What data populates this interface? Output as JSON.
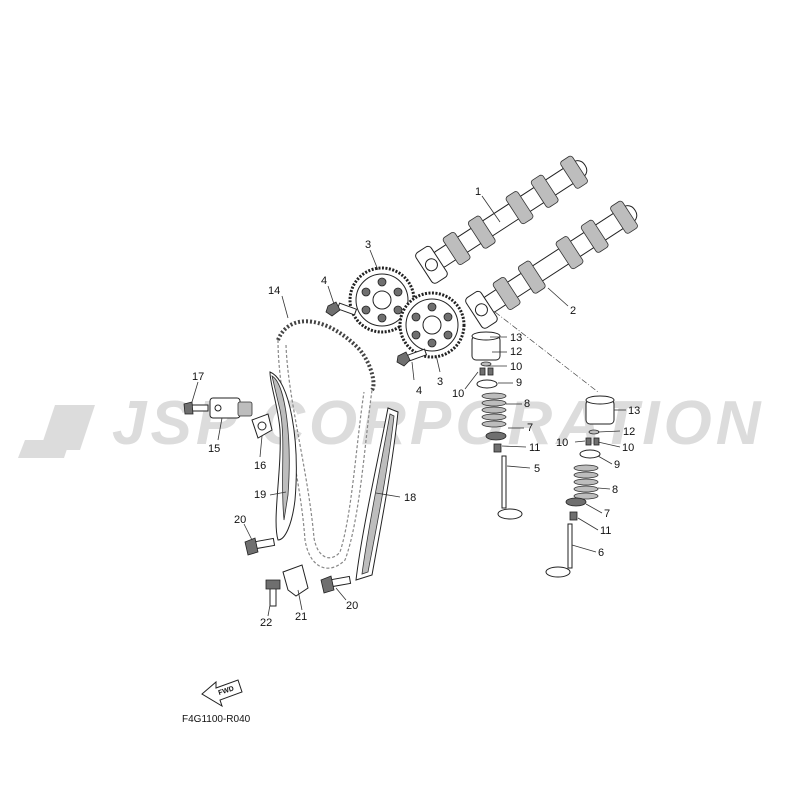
{
  "watermark": {
    "text": "JSP CORPORATION"
  },
  "figure_ref": "F4G1100-R040",
  "fwd_badge": "FWD",
  "callouts": [
    {
      "id": "c1",
      "label": "1"
    },
    {
      "id": "c2",
      "label": "2"
    },
    {
      "id": "c3a",
      "label": "3"
    },
    {
      "id": "c3b",
      "label": "3"
    },
    {
      "id": "c4a",
      "label": "4"
    },
    {
      "id": "c4b",
      "label": "4"
    },
    {
      "id": "c5",
      "label": "5"
    },
    {
      "id": "c6",
      "label": "6"
    },
    {
      "id": "c7a",
      "label": "7"
    },
    {
      "id": "c7b",
      "label": "7"
    },
    {
      "id": "c8a",
      "label": "8"
    },
    {
      "id": "c8b",
      "label": "8"
    },
    {
      "id": "c9a",
      "label": "9"
    },
    {
      "id": "c9b",
      "label": "9"
    },
    {
      "id": "c10a",
      "label": "10"
    },
    {
      "id": "c10b",
      "label": "10"
    },
    {
      "id": "c10c",
      "label": "10"
    },
    {
      "id": "c10d",
      "label": "10"
    },
    {
      "id": "c11a",
      "label": "11"
    },
    {
      "id": "c11b",
      "label": "11"
    },
    {
      "id": "c12a",
      "label": "12"
    },
    {
      "id": "c12b",
      "label": "12"
    },
    {
      "id": "c13a",
      "label": "13"
    },
    {
      "id": "c13b",
      "label": "13"
    },
    {
      "id": "c14",
      "label": "14"
    },
    {
      "id": "c15",
      "label": "15"
    },
    {
      "id": "c16",
      "label": "16"
    },
    {
      "id": "c17",
      "label": "17"
    },
    {
      "id": "c18",
      "label": "18"
    },
    {
      "id": "c19",
      "label": "19"
    },
    {
      "id": "c20a",
      "label": "20"
    },
    {
      "id": "c20b",
      "label": "20"
    },
    {
      "id": "c21",
      "label": "21"
    },
    {
      "id": "c22",
      "label": "22"
    }
  ]
}
